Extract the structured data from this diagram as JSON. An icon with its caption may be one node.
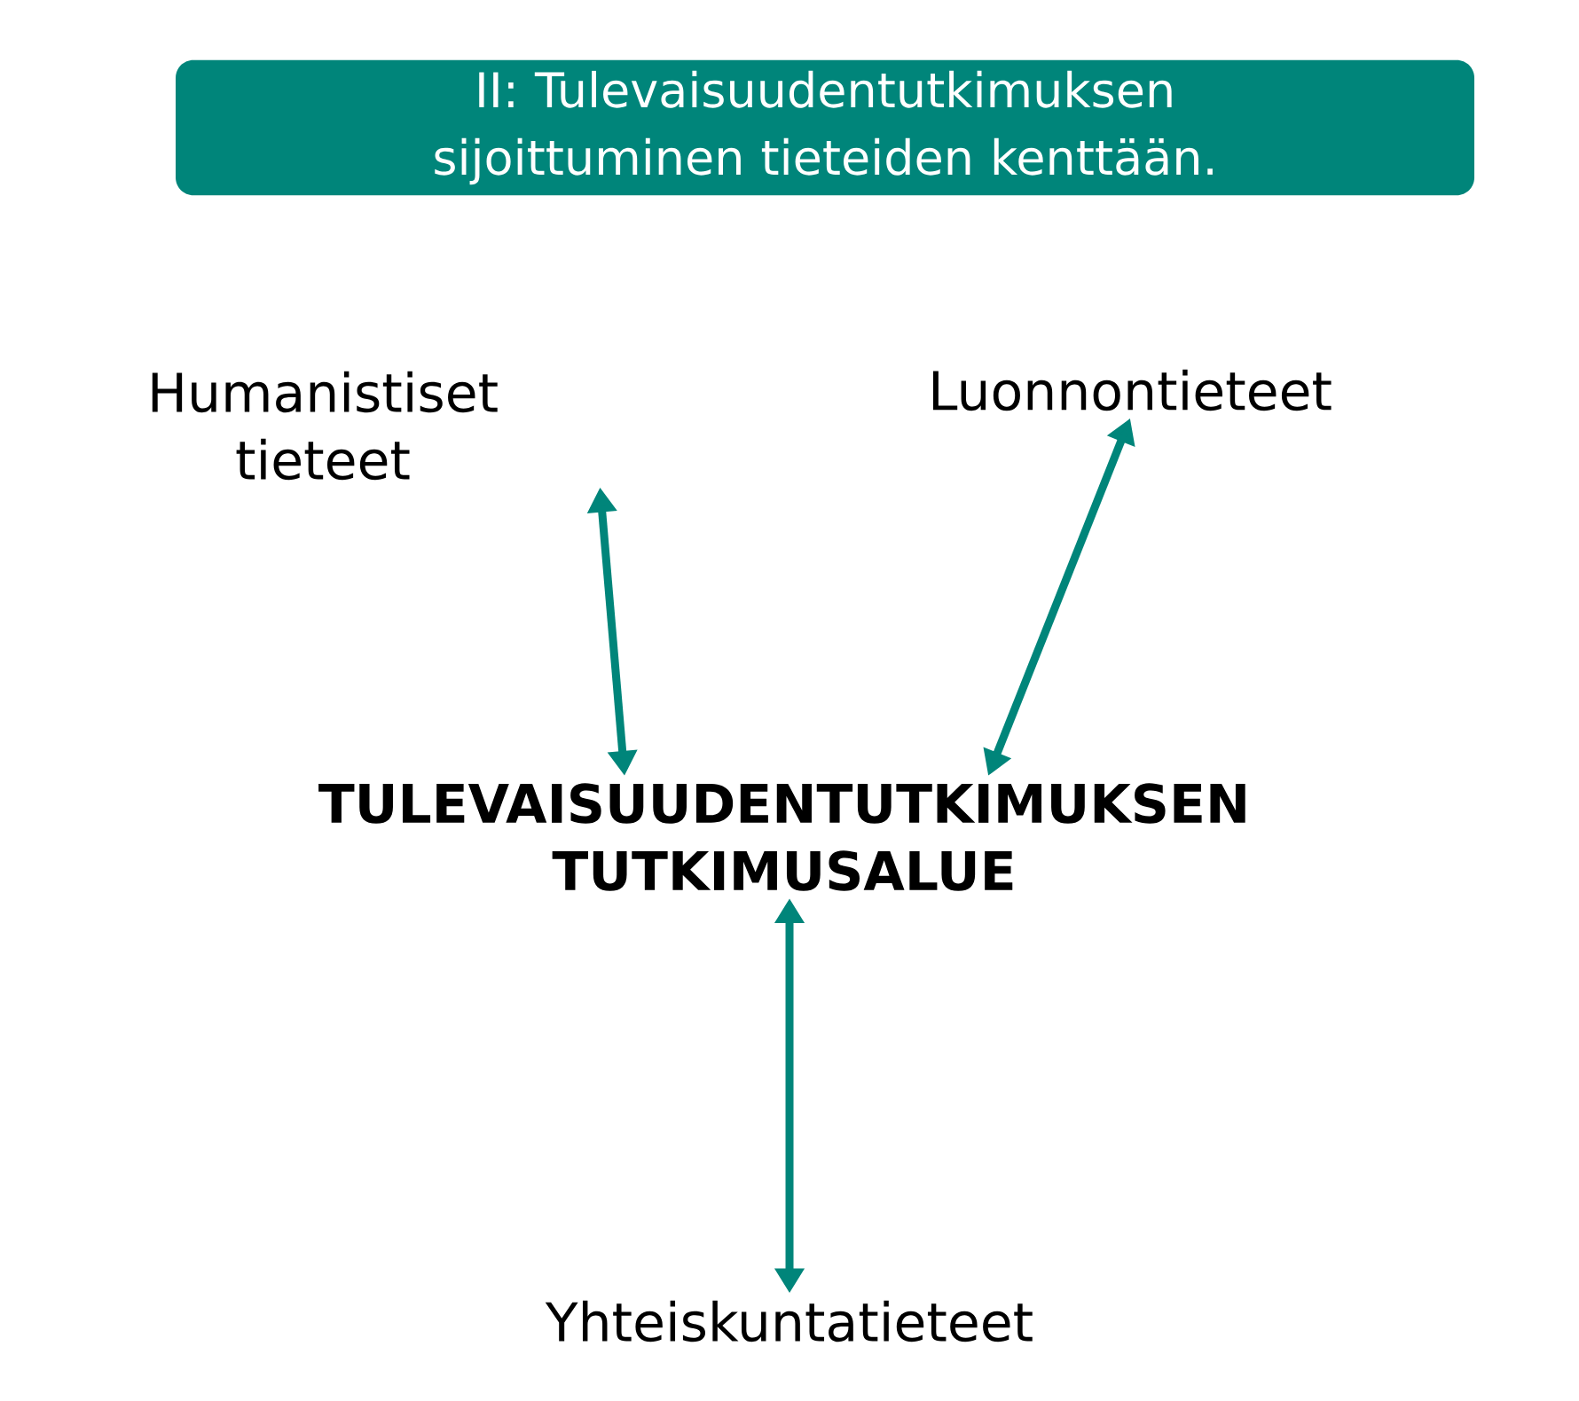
{
  "diagram": {
    "title": "II: Tulevaisuudentutkimuksen sijoittuminen tieteiden kenttään.",
    "nodes": [
      {
        "text": [
          "TULEVAISUUDENTUTKIMUKSEN TUTKIMUSALUE"
        ]
      },
      {
        "text": [
          "Humanistiset tieteet"
        ]
      },
      {
        "text": [
          "Luonnontieteet"
        ]
      },
      {
        "text": [
          "Yhteiskuntatieteet"
        ]
      }
    ],
    "edges": [
      {
        "from": 1,
        "to": 0,
        "arrow": "both"
      },
      {
        "from": 2,
        "to": 0,
        "arrow": "both"
      },
      {
        "from": 3,
        "to": 0,
        "arrow": "both"
      }
    ]
  }
}
